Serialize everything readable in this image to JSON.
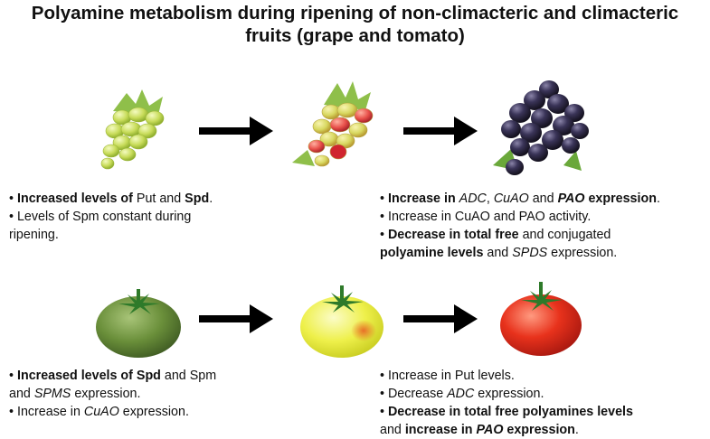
{
  "title": {
    "line1": "Polyamine metabolism during ripening of non-climacteric and climacteric",
    "line2": "fruits (grape and tomato)"
  },
  "grape": {
    "left_note": [
      [
        {
          "t": "• ",
          "s": ""
        },
        {
          "t": "Increased levels of",
          "s": "b"
        },
        {
          "t": " Put and ",
          "s": ""
        },
        {
          "t": "Spd",
          "s": "b"
        },
        {
          "t": ".",
          "s": ""
        }
      ],
      [
        {
          "t": "• Levels of Spm constant during",
          "s": ""
        }
      ],
      [
        {
          "t": "ripening.",
          "s": ""
        }
      ]
    ],
    "right_note": [
      [
        {
          "t": "• ",
          "s": ""
        },
        {
          "t": "Increase in",
          "s": "b"
        },
        {
          "t": " ",
          "s": ""
        },
        {
          "t": "ADC",
          "s": "i"
        },
        {
          "t": ", ",
          "s": ""
        },
        {
          "t": "CuAO",
          "s": "i"
        },
        {
          "t": " and ",
          "s": ""
        },
        {
          "t": "PAO",
          "s": "bi"
        },
        {
          "t": " expression",
          "s": "b"
        },
        {
          "t": ".",
          "s": ""
        }
      ],
      [
        {
          "t": "• Increase in CuAO and PAO activity.",
          "s": ""
        }
      ],
      [
        {
          "t": "• ",
          "s": ""
        },
        {
          "t": "Decrease in total free",
          "s": "b"
        },
        {
          "t": " and conjugated",
          "s": ""
        }
      ],
      [
        {
          "t": "polyamine levels",
          "s": "b"
        },
        {
          "t": " and ",
          "s": ""
        },
        {
          "t": "SPDS",
          "s": "i"
        },
        {
          "t": " expression.",
          "s": ""
        }
      ]
    ]
  },
  "tomato": {
    "left_note": [
      [
        {
          "t": "• ",
          "s": ""
        },
        {
          "t": "Increased levels of Spd",
          "s": "b"
        },
        {
          "t": " and Spm",
          "s": ""
        }
      ],
      [
        {
          "t": "and ",
          "s": ""
        },
        {
          "t": "SPMS",
          "s": "i"
        },
        {
          "t": " expression.",
          "s": ""
        }
      ],
      [
        {
          "t": "• Increase in ",
          "s": ""
        },
        {
          "t": "CuAO",
          "s": "i"
        },
        {
          "t": " expression.",
          "s": ""
        }
      ]
    ],
    "right_note": [
      [
        {
          "t": "• Increase in Put levels.",
          "s": ""
        }
      ],
      [
        {
          "t": "• Decrease ",
          "s": ""
        },
        {
          "t": "ADC",
          "s": "i"
        },
        {
          "t": " expression.",
          "s": ""
        }
      ],
      [
        {
          "t": "• ",
          "s": ""
        },
        {
          "t": "Decrease in total free polyamines levels",
          "s": "b"
        }
      ],
      [
        {
          "t": "and ",
          "s": ""
        },
        {
          "t": "increase in ",
          "s": "b"
        },
        {
          "t": "PAO",
          "s": "bi"
        },
        {
          "t": " expression",
          "s": "b"
        },
        {
          "t": ".",
          "s": ""
        }
      ]
    ]
  },
  "colors": {
    "arrow": "#000000",
    "grape_unripe": "#c8dc5a",
    "grape_ripe": "#2a2440",
    "tomato_green": "#6a8f3a",
    "tomato_yellow": "#eef04a",
    "tomato_red": "#e8321c",
    "leaf": "#78b43c"
  }
}
